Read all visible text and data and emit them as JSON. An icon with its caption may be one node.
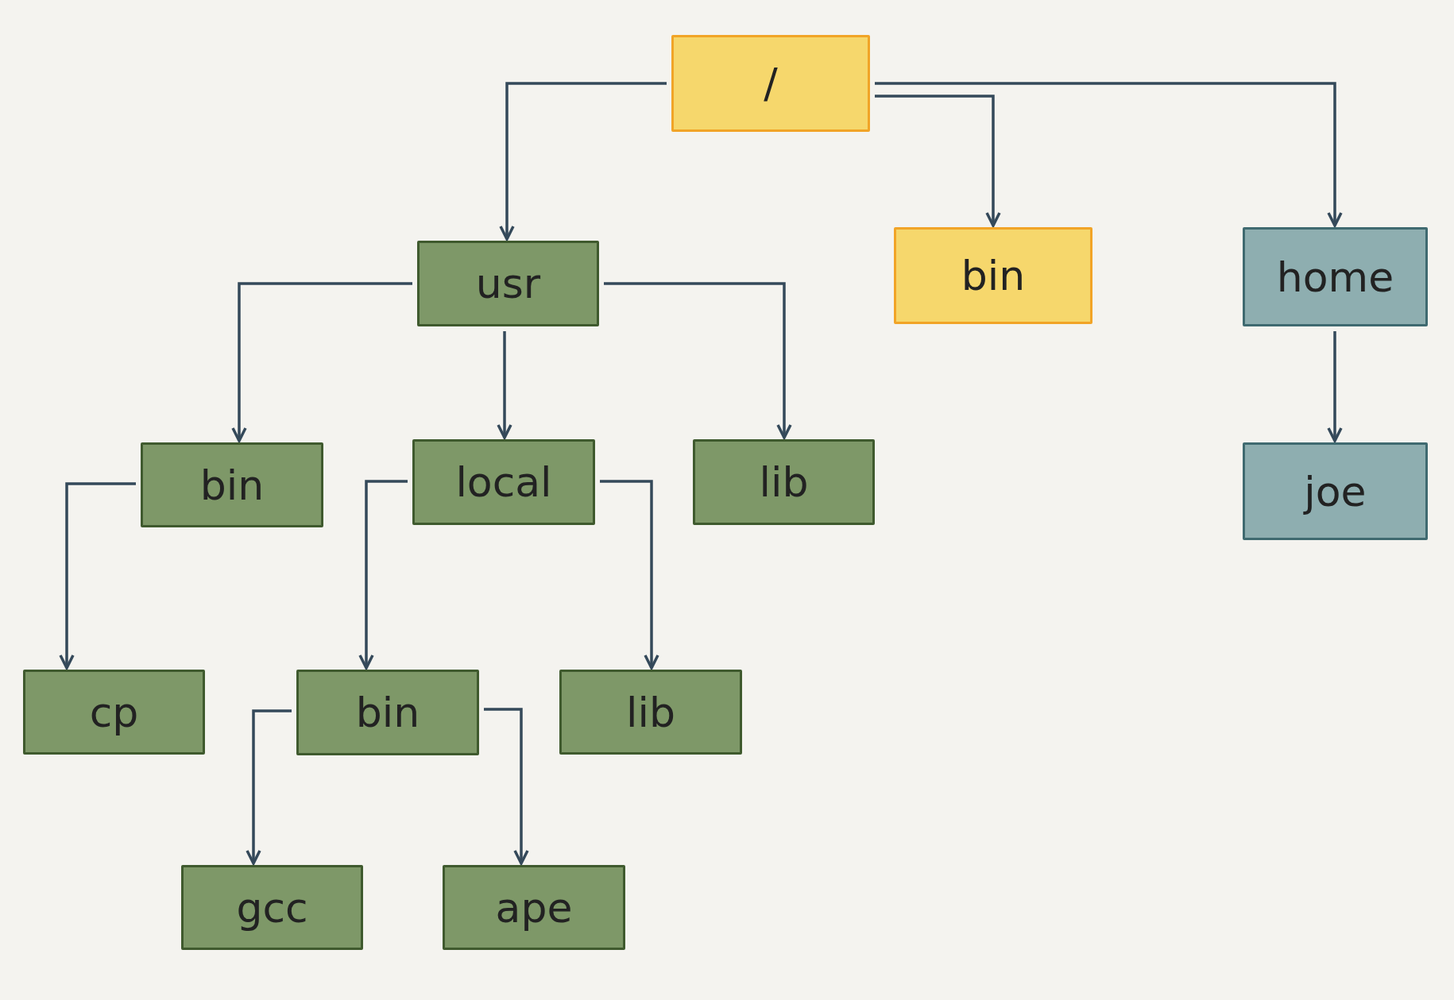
{
  "diagram": {
    "nodes": [
      {
        "text": [
          "/"
        ]
      },
      {
        "text": [
          "usr"
        ]
      },
      {
        "text": [
          "bin"
        ]
      },
      {
        "text": [
          "home"
        ]
      },
      {
        "text": [
          "bin"
        ]
      },
      {
        "text": [
          "local"
        ]
      },
      {
        "text": [
          "lib"
        ]
      },
      {
        "text": [
          "joe"
        ]
      },
      {
        "text": [
          "cp"
        ]
      },
      {
        "text": [
          "bin"
        ]
      },
      {
        "text": [
          "lib"
        ]
      },
      {
        "text": [
          "gcc"
        ]
      },
      {
        "text": [
          "ape"
        ]
      }
    ],
    "edges": [
      {
        "from": 0,
        "to": 1,
        "arrow": "to"
      },
      {
        "from": 0,
        "to": 2,
        "arrow": "to"
      },
      {
        "from": 0,
        "to": 3,
        "arrow": "to"
      },
      {
        "from": 1,
        "to": 4,
        "arrow": "to"
      },
      {
        "from": 1,
        "to": 5,
        "arrow": "to"
      },
      {
        "from": 1,
        "to": 6,
        "arrow": "to"
      },
      {
        "from": 3,
        "to": 7,
        "arrow": "to"
      },
      {
        "from": 4,
        "to": 8,
        "arrow": "to"
      },
      {
        "from": 5,
        "to": 9,
        "arrow": "to"
      },
      {
        "from": 5,
        "to": 10,
        "arrow": "to"
      },
      {
        "from": 9,
        "to": 11,
        "arrow": "to"
      },
      {
        "from": 9,
        "to": 12,
        "arrow": "to"
      }
    ]
  }
}
